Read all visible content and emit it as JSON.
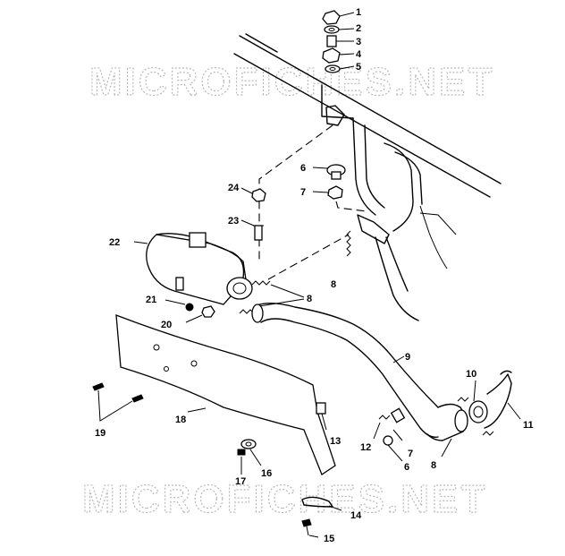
{
  "watermark": {
    "top_text": "MICROFICHES.NET",
    "bottom_text": "MICROFICHES.NET"
  },
  "callouts": {
    "c1": "1",
    "c2": "2",
    "c3": "3",
    "c4": "4",
    "c5": "5",
    "c6": "6",
    "c7": "7",
    "c8_left": "8",
    "c8_mid": "8",
    "c8_bottom": "8",
    "c9": "9",
    "c10": "10",
    "c11": "11",
    "c12": "12",
    "c7_bottom": "7",
    "c6_bottom": "6",
    "c13": "13",
    "c14": "14",
    "c15": "15",
    "c16": "16",
    "c17": "17",
    "c18": "18",
    "c19": "19",
    "c20": "20",
    "c21": "21",
    "c22": "22",
    "c23": "23",
    "c24": "24"
  }
}
